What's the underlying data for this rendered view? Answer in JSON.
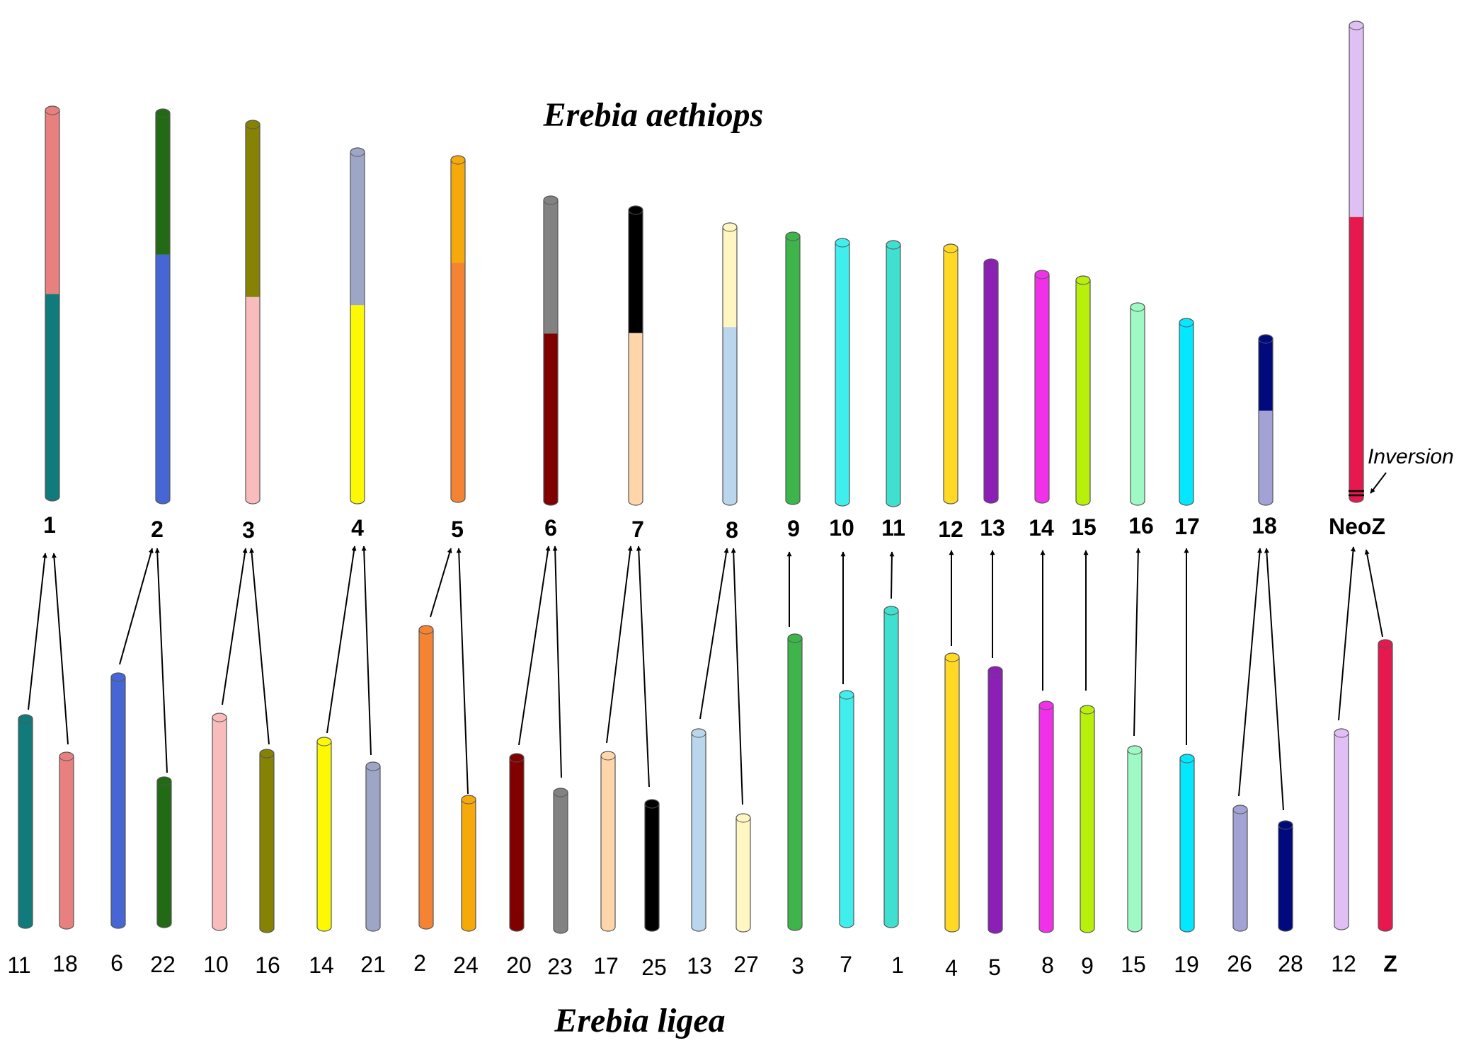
{
  "titles": {
    "top_species": "Erebia aethiops",
    "bottom_species": "Erebia ligea"
  },
  "annotation": "Inversion",
  "colors": {
    "c1": "#e98080",
    "c11": "#107b7a",
    "c2": "#226b14",
    "c6": "#4666d5",
    "c3": "#868203",
    "c10": "#f9bcbc",
    "c4": "#9ea6c8",
    "c14": "#fdf902",
    "c5": "#f5a90a",
    "c2b": "#f48433",
    "c6a": "#828282",
    "c6b": "#800000",
    "c7a": "#000000",
    "c7b": "#ffd6aa",
    "c8a": "#fff6c2",
    "c8b": "#b9d6ec",
    "c9": "#3db54a",
    "c10b": "#41eeee",
    "c11b": "#3fe0d0",
    "c12": "#ffd924",
    "c13": "#8b1fb6",
    "c14b": "#f031e9",
    "c15": "#b8f00b",
    "c16": "#9ff9c5",
    "c17": "#03e7ff",
    "c18a": "#000a7c",
    "c18b": "#a2a2d4",
    "cZa": "#e0bff4",
    "cZb": "#e6184e"
  },
  "top_chromosomes": [
    {
      "label": "1",
      "segments": [
        "#e98080",
        "#107b7a"
      ],
      "splits": [
        0.476
      ]
    },
    {
      "label": "2",
      "segments": [
        "#226b14",
        "#4666d5"
      ],
      "splits": [
        0.369
      ]
    },
    {
      "label": "3",
      "segments": [
        "#868203",
        "#f9bcbc"
      ],
      "splits": [
        0.461
      ]
    },
    {
      "label": "4",
      "segments": [
        "#9ea6c8",
        "#fdf902"
      ],
      "splits": [
        0.442
      ]
    },
    {
      "label": "5",
      "segments": [
        "#f5a90a",
        "#f48433"
      ],
      "splits": [
        0.309
      ]
    },
    {
      "label": "6",
      "segments": [
        "#828282",
        "#800000"
      ],
      "splits": [
        0.445
      ]
    },
    {
      "label": "7",
      "segments": [
        "#000000",
        "#ffd6aa"
      ],
      "splits": [
        0.425
      ]
    },
    {
      "label": "8",
      "segments": [
        "#fff6c2",
        "#b9d6ec"
      ],
      "splits": [
        0.369
      ]
    },
    {
      "label": "9",
      "segments": [
        "#3db54a"
      ],
      "splits": []
    },
    {
      "label": "10",
      "segments": [
        "#41eeee"
      ],
      "splits": []
    },
    {
      "label": "11",
      "segments": [
        "#3fe0d0"
      ],
      "splits": []
    },
    {
      "label": "12",
      "segments": [
        "#ffd924"
      ],
      "splits": []
    },
    {
      "label": "13",
      "segments": [
        "#8b1fb6"
      ],
      "splits": []
    },
    {
      "label": "14",
      "segments": [
        "#f031e9"
      ],
      "splits": []
    },
    {
      "label": "15",
      "segments": [
        "#b8f00b"
      ],
      "splits": []
    },
    {
      "label": "16",
      "segments": [
        "#9ff9c5"
      ],
      "splits": []
    },
    {
      "label": "17",
      "segments": [
        "#03e7ff"
      ],
      "splits": []
    },
    {
      "label": "18",
      "segments": [
        "#000a7c",
        "#a2a2d4"
      ],
      "splits": [
        0.446
      ]
    },
    {
      "label": "NeoZ",
      "segments": [
        "#e0bff4",
        "#e6184e"
      ],
      "splits": [
        0.407
      ]
    }
  ],
  "bottom_chromosomes": [
    {
      "label": "11",
      "color": "#107b7a"
    },
    {
      "label": "18",
      "color": "#e98080"
    },
    {
      "label": "6",
      "color": "#4666d5"
    },
    {
      "label": "22",
      "color": "#226b14"
    },
    {
      "label": "10",
      "color": "#f9bcbc"
    },
    {
      "label": "16",
      "color": "#868203"
    },
    {
      "label": "14",
      "color": "#fdf902"
    },
    {
      "label": "21",
      "color": "#9ea6c8"
    },
    {
      "label": "2",
      "color": "#f48433"
    },
    {
      "label": "24",
      "color": "#f5a90a"
    },
    {
      "label": "20",
      "color": "#800000"
    },
    {
      "label": "23",
      "color": "#828282"
    },
    {
      "label": "17",
      "color": "#ffd6aa"
    },
    {
      "label": "25",
      "color": "#000000"
    },
    {
      "label": "13",
      "color": "#b9d6ec"
    },
    {
      "label": "27",
      "color": "#fff6c2"
    },
    {
      "label": "3",
      "color": "#3db54a"
    },
    {
      "label": "7",
      "color": "#41eeee"
    },
    {
      "label": "1",
      "color": "#3fe0d0"
    },
    {
      "label": "4",
      "color": "#ffd924"
    },
    {
      "label": "5",
      "color": "#8b1fb6"
    },
    {
      "label": "8",
      "color": "#f031e9"
    },
    {
      "label": "9",
      "color": "#b8f00b"
    },
    {
      "label": "15",
      "color": "#9ff9c5"
    },
    {
      "label": "19",
      "color": "#03e7ff"
    },
    {
      "label": "26",
      "color": "#a2a2d4"
    },
    {
      "label": "28",
      "color": "#000a7c"
    },
    {
      "label": "12",
      "color": "#e0bff4"
    },
    {
      "label": "Z",
      "color": "#e6184e",
      "bold": true
    }
  ]
}
